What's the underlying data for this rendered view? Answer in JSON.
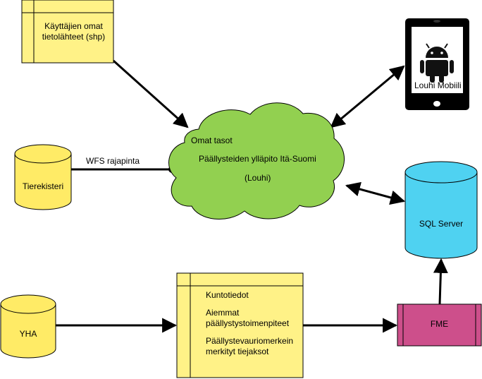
{
  "colors": {
    "note_yellow": "#fff287",
    "cylinder_yellow": "#ffeb66",
    "cloud_green": "#92d050",
    "sql_blue": "#4fd2f1",
    "fme_magenta": "#cd4f8b",
    "phone_black": "#000000",
    "android_robot": "#111111"
  },
  "nodes": {
    "user_sources": {
      "line1": "Käyttäjien omat",
      "line2": "tietolähteet (shp)"
    },
    "tierekisteri": {
      "label": "Tierekisteri"
    },
    "yha": {
      "label": "YHA"
    },
    "cloud": {
      "line1": "Omat tasot",
      "line2": "Päällysteiden ylläpito Itä-Suomi",
      "line3": "(Louhi)"
    },
    "mobile": {
      "label": "Louhi Mobiili",
      "icon": "android-robot-icon"
    },
    "sql_server": {
      "label": "SQL Server"
    },
    "fme": {
      "label": "FME"
    },
    "condition_data": {
      "item1": "Kuntotiedot",
      "item2_line1": "Aiemmat",
      "item2_line2": "päällystystoimenpiteet",
      "item3_line1": "Päällystevauriomerkein",
      "item3_line2": "merkityt tiejaksot"
    }
  },
  "edges": {
    "wfs_label": "WFS rajapinta"
  }
}
